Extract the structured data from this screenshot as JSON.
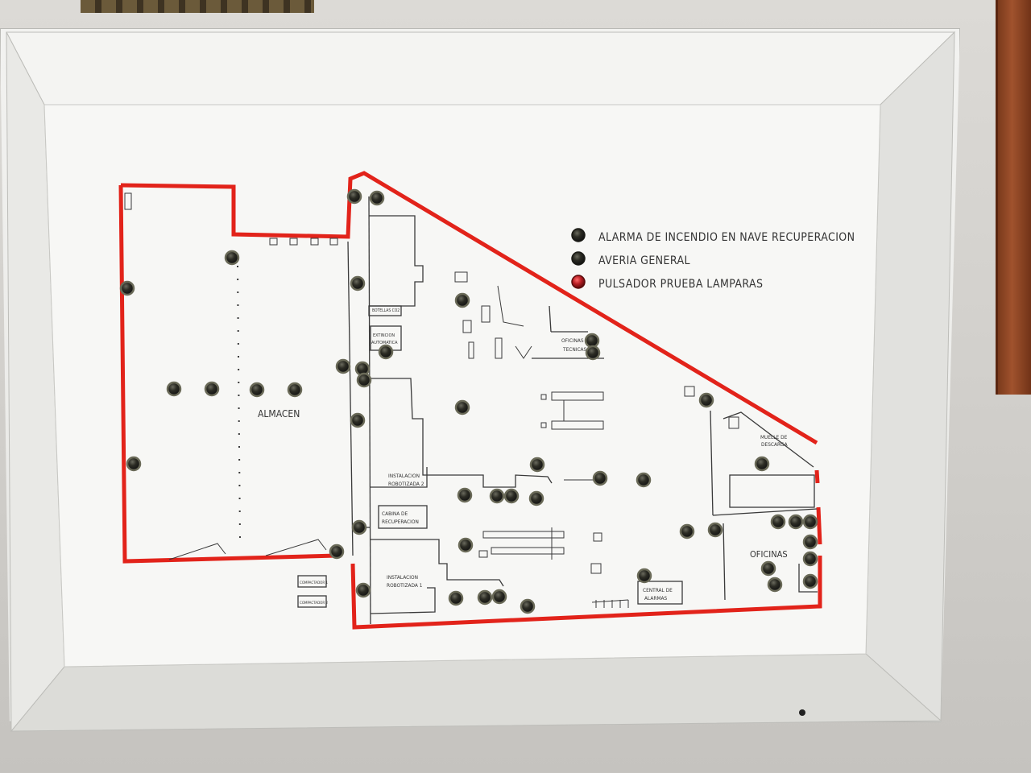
{
  "legend": {
    "items": [
      {
        "label": "ALARMA DE INCENDIO EN NAVE RECUPERACION",
        "lamp": "dark"
      },
      {
        "label": "AVERIA GENERAL",
        "lamp": "dark"
      },
      {
        "label": "PULSADOR PRUEBA LAMPARAS",
        "lamp": "red"
      }
    ]
  },
  "plan": {
    "areas": {
      "almacen": "ALMACEN",
      "botellas": "BOTELLAS CO2",
      "extincion_1": "EXTINCION",
      "extincion_2": "AUTOMATICA",
      "oficinas_tecnicas_1": "OFICINAS",
      "oficinas_tecnicas_2": "TECNICAS",
      "muelle_1": "MUELLE DE",
      "muelle_2": "DESCARGA",
      "robot2_1": "INSTALACION",
      "robot2_2": "ROBOTIZADA 2",
      "cabina_1": "CABINA DE",
      "cabina_2": "RECUPERACION",
      "robot1_1": "INSTALACION",
      "robot1_2": "ROBOTIZADA 1",
      "central_1": "CENTRAL DE",
      "central_2": "ALARMAS",
      "oficinas": "OFICINAS",
      "compactador_1": "COMPACTADOR 1",
      "compactador_2": "COMPACTADOR 2"
    }
  },
  "colors": {
    "boundary": "#e2231a",
    "walls": "#3a3a3a",
    "panel": "#f7f7f5",
    "lamp_dark": "#2a2a22",
    "lamp_red": "#c0262b"
  }
}
